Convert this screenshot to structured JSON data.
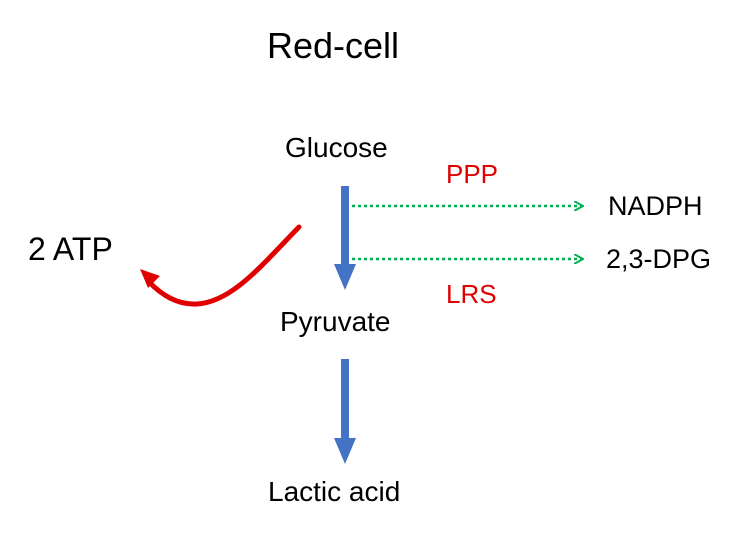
{
  "diagram": {
    "title": "Red-cell",
    "nodes": {
      "glucose": "Glucose",
      "pyruvate": "Pyruvate",
      "lactic_acid": "Lactic acid",
      "atp": "2 ATP",
      "nadph": "NADPH",
      "dpg": "2,3-DPG"
    },
    "pathways": {
      "ppp": "PPP",
      "lrs": "LRS"
    },
    "colors": {
      "main_flow": "#4472C4",
      "side_flow": "#00B050",
      "atp_arrow": "#E00000",
      "pathway_label": "#E00000",
      "text": "#000000"
    }
  }
}
